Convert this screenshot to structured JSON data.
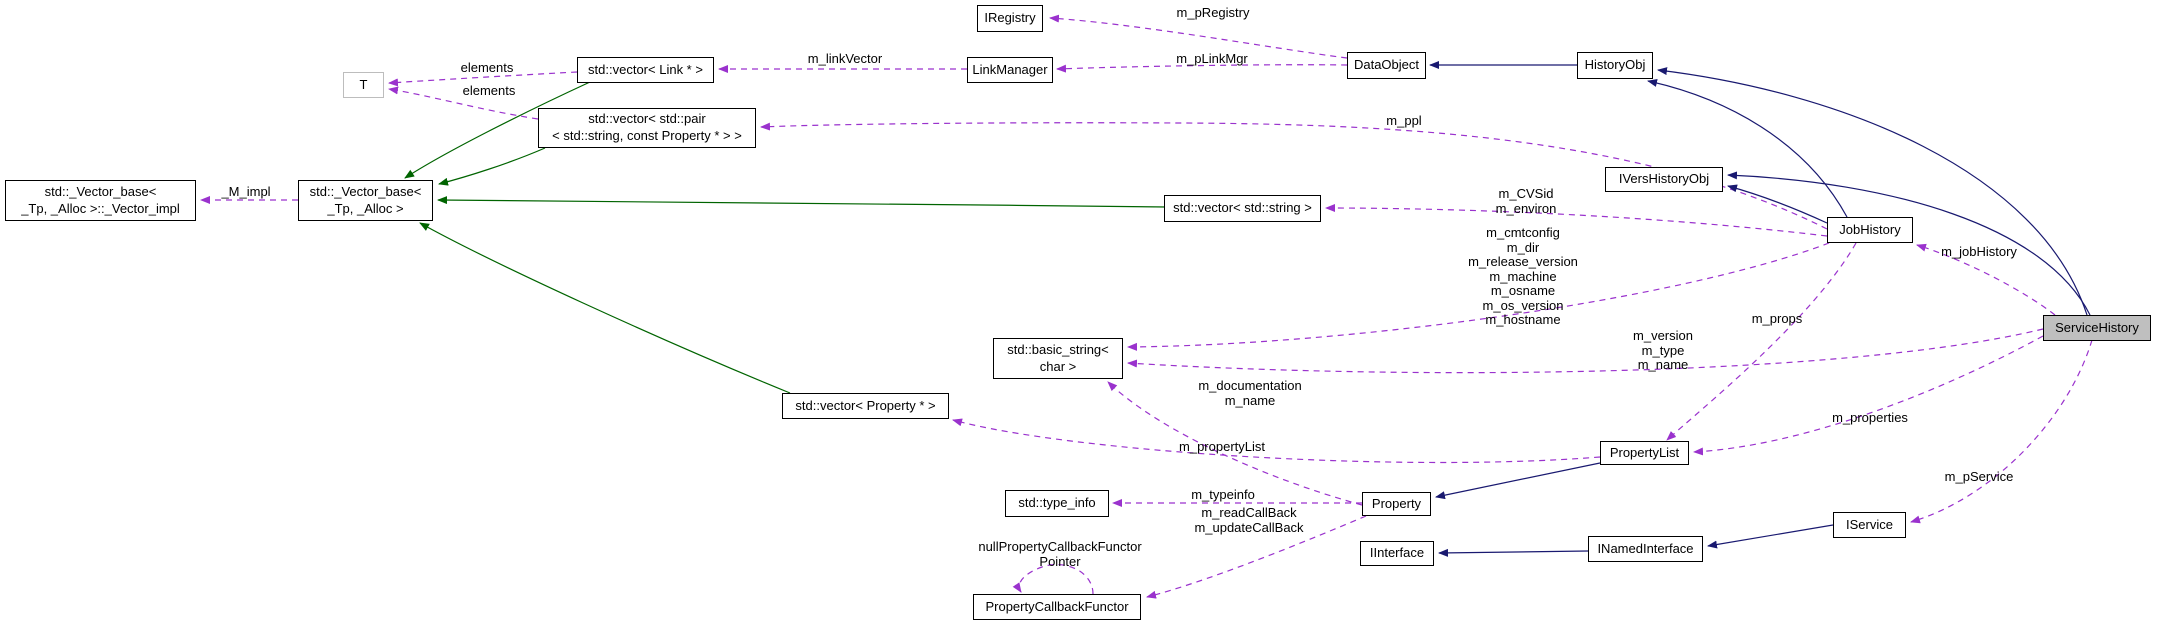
{
  "diagram": {
    "kind": "collaboration-graph",
    "main_class": "ServiceHistory"
  },
  "colors": {
    "usage_edge": "#9a32cd",
    "inheritance_edge": "#191970",
    "template_inheritance_edge": "#006400",
    "node_fill": "#ffffff",
    "main_node_fill": "#bfbfbf",
    "node_border": "#000000",
    "template_param_border": "#bdbdbd"
  },
  "nodes": {
    "iregistry": {
      "label": "IRegistry"
    },
    "vector_link": {
      "label": "std::vector< Link * >"
    },
    "linkmanager": {
      "label": "LinkManager"
    },
    "dataobject": {
      "label": "DataObject"
    },
    "historyobj": {
      "label": "HistoryObj"
    },
    "t": {
      "label": "T"
    },
    "vector_pair": {
      "label": "std::vector< std::pair\n< std::string, const Property * > >"
    },
    "vector_base_impl": {
      "label": "std::_Vector_base<\n_Tp, _Alloc >::_Vector_impl"
    },
    "vector_base": {
      "label": "std::_Vector_base<\n_Tp, _Alloc >"
    },
    "ivershistoryobj": {
      "label": "IVersHistoryObj"
    },
    "vector_string": {
      "label": "std::vector< std::string >"
    },
    "jobhistory": {
      "label": "JobHistory"
    },
    "servicehistory": {
      "label": "ServiceHistory"
    },
    "basic_string": {
      "label": "std::basic_string<\nchar >"
    },
    "vector_property": {
      "label": "std::vector< Property * >"
    },
    "propertylist": {
      "label": "PropertyList"
    },
    "type_info": {
      "label": "std::type_info"
    },
    "property": {
      "label": "Property"
    },
    "iinterface": {
      "label": "IInterface"
    },
    "inamedinterface": {
      "label": "INamedInterface"
    },
    "iservice": {
      "label": "IService"
    },
    "pcf": {
      "label": "PropertyCallbackFunctor"
    }
  },
  "edge_labels": {
    "m_pregistry": {
      "text": "m_pRegistry"
    },
    "m_plinkmgr": {
      "text": "m_pLinkMgr"
    },
    "m_linkvector": {
      "text": "m_linkVector"
    },
    "elements1": {
      "text": "elements"
    },
    "elements2": {
      "text": "elements"
    },
    "m_ppl": {
      "text": "m_ppl"
    },
    "m_impl": {
      "text": "_M_impl"
    },
    "m_cvsid": {
      "text": "m_CVSid\nm_environ"
    },
    "m_envblock": {
      "text": "m_cmtconfig\nm_dir\nm_release_version\nm_machine\nm_osname\nm_os_version\nm_hostname"
    },
    "m_jobhistory": {
      "text": "m_jobHistory"
    },
    "m_props": {
      "text": "m_props"
    },
    "m_version": {
      "text": "m_version\nm_type\nm_name"
    },
    "m_doc": {
      "text": "m_documentation\nm_name"
    },
    "m_properties": {
      "text": "m_properties"
    },
    "m_propertylist": {
      "text": "m_propertyList"
    },
    "m_typeinfo": {
      "text": "m_typeinfo"
    },
    "m_callbacks": {
      "text": "m_readCallBack\nm_updateCallBack"
    },
    "m_pservice": {
      "text": "m_pService"
    },
    "nullfunctor": {
      "text": "nullPropertyCallbackFunctor\nPointer"
    }
  }
}
